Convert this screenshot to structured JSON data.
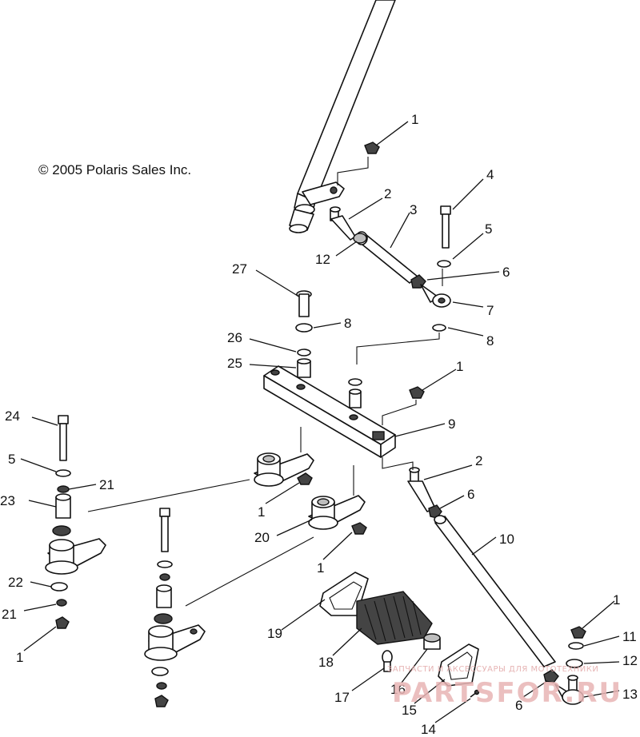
{
  "copyright": "© 2005 Polaris Sales Inc.",
  "watermark": {
    "tagline": "ЗАПЧАСТИ И АКСЕССУАРЫ ДЛЯ МОТОТЕХНИКИ",
    "logo": "PARTSFOR.RU"
  },
  "callouts": [
    {
      "id": "c1a",
      "label": "1"
    },
    {
      "id": "c2a",
      "label": "2"
    },
    {
      "id": "c3",
      "label": "3"
    },
    {
      "id": "c4",
      "label": "4"
    },
    {
      "id": "c5a",
      "label": "5"
    },
    {
      "id": "c12a",
      "label": "12"
    },
    {
      "id": "c6a",
      "label": "6"
    },
    {
      "id": "c27",
      "label": "27"
    },
    {
      "id": "c7",
      "label": "7"
    },
    {
      "id": "c8a",
      "label": "8"
    },
    {
      "id": "c8b",
      "label": "8"
    },
    {
      "id": "c26",
      "label": "26"
    },
    {
      "id": "c25",
      "label": "25"
    },
    {
      "id": "c1b",
      "label": "1"
    },
    {
      "id": "c9",
      "label": "9"
    },
    {
      "id": "c24",
      "label": "24"
    },
    {
      "id": "c2b",
      "label": "2"
    },
    {
      "id": "c5b",
      "label": "5"
    },
    {
      "id": "c21a",
      "label": "21"
    },
    {
      "id": "c6b",
      "label": "6"
    },
    {
      "id": "c23",
      "label": "23"
    },
    {
      "id": "c1c",
      "label": "1"
    },
    {
      "id": "c20",
      "label": "20"
    },
    {
      "id": "c10",
      "label": "10"
    },
    {
      "id": "c1d",
      "label": "1"
    },
    {
      "id": "c22",
      "label": "22"
    },
    {
      "id": "c21b",
      "label": "21"
    },
    {
      "id": "c1e",
      "label": "1"
    },
    {
      "id": "c19",
      "label": "19"
    },
    {
      "id": "c1f",
      "label": "1"
    },
    {
      "id": "c11",
      "label": "11"
    },
    {
      "id": "c18",
      "label": "18"
    },
    {
      "id": "c12b",
      "label": "12"
    },
    {
      "id": "c16",
      "label": "16"
    },
    {
      "id": "c17",
      "label": "17"
    },
    {
      "id": "c6c",
      "label": "6"
    },
    {
      "id": "c13",
      "label": "13"
    },
    {
      "id": "c15",
      "label": "15"
    },
    {
      "id": "c14",
      "label": "14"
    }
  ]
}
